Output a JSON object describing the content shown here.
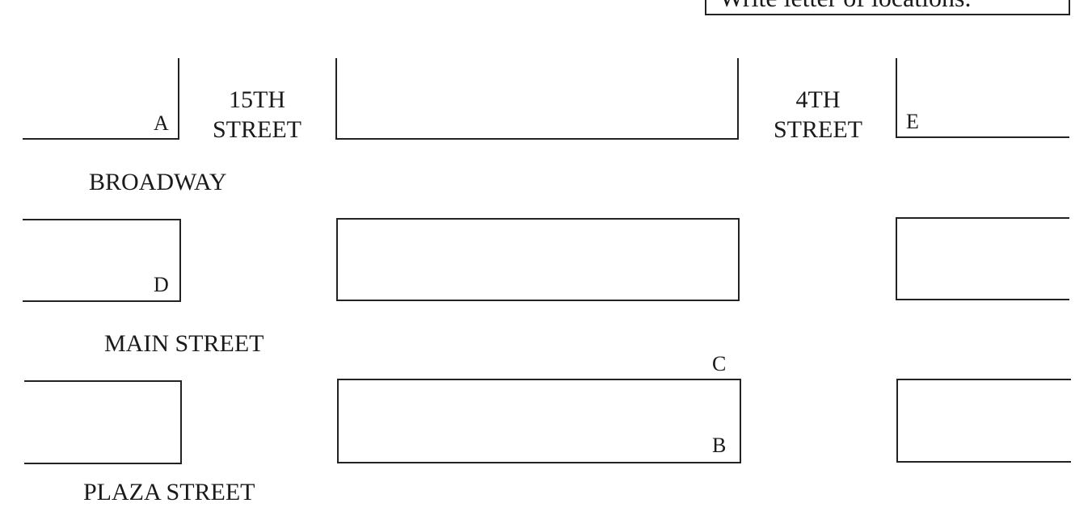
{
  "instruction": {
    "text": "Write letter of locations."
  },
  "streets": {
    "fifteenth_line1": "15TH",
    "fifteenth_line2": "STREET",
    "fourth_line1": "4TH",
    "fourth_line2": "STREET",
    "broadway": "BROADWAY",
    "main_street": "MAIN STREET",
    "plaza_street": "PLAZA STREET"
  },
  "locations": {
    "a": "A",
    "b": "B",
    "c": "C",
    "d": "D",
    "e": "E"
  }
}
